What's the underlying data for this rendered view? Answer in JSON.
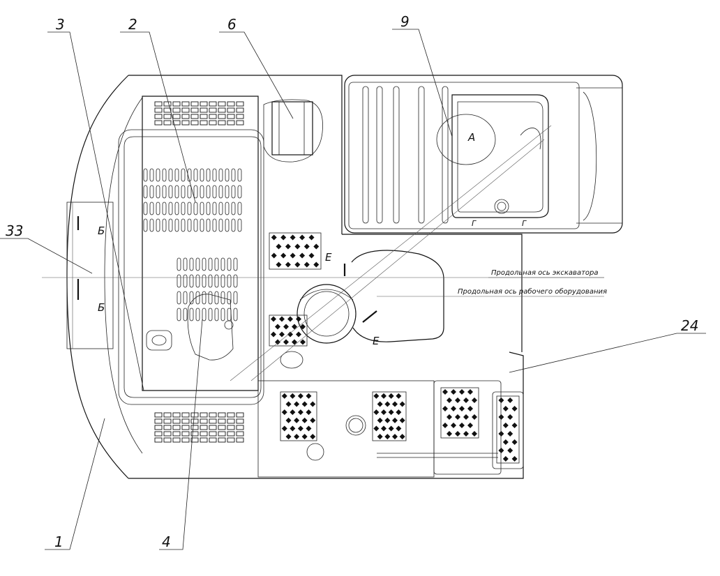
{
  "callouts": [
    {
      "id": "c1",
      "label": "1"
    },
    {
      "id": "c2",
      "label": "2"
    },
    {
      "id": "c3",
      "label": "3"
    },
    {
      "id": "c4",
      "label": "4"
    },
    {
      "id": "c6",
      "label": "6"
    },
    {
      "id": "c9",
      "label": "9"
    },
    {
      "id": "c24",
      "label": "24"
    },
    {
      "id": "c33",
      "label": "33"
    }
  ],
  "axis_labels": {
    "excavator_axis": "Продольная ось экскаватора",
    "equipment_axis": "Продольная ось рабочего оборудования"
  },
  "view_marks": {
    "a": "А",
    "b_upper": "Б",
    "b_lower": "Б",
    "e_upper": "Е",
    "e_lower": "Е",
    "g_left": "Г",
    "g_right": "Г"
  }
}
